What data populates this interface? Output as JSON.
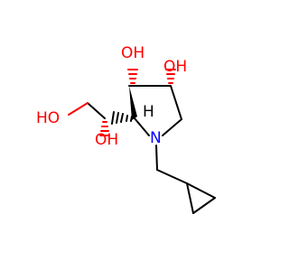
{
  "colors": {
    "background": "#ffffff",
    "carbon_bond": "#000000",
    "oxygen": "#ff0000",
    "nitrogen": "#0000ff",
    "stereo_label": "#000000"
  },
  "labels": {
    "oh_top_left": "OH",
    "oh_top_right": "OH",
    "ho_left": "HO",
    "oh_mid": "OH",
    "nitrogen": "N",
    "stereo_h": "H"
  }
}
